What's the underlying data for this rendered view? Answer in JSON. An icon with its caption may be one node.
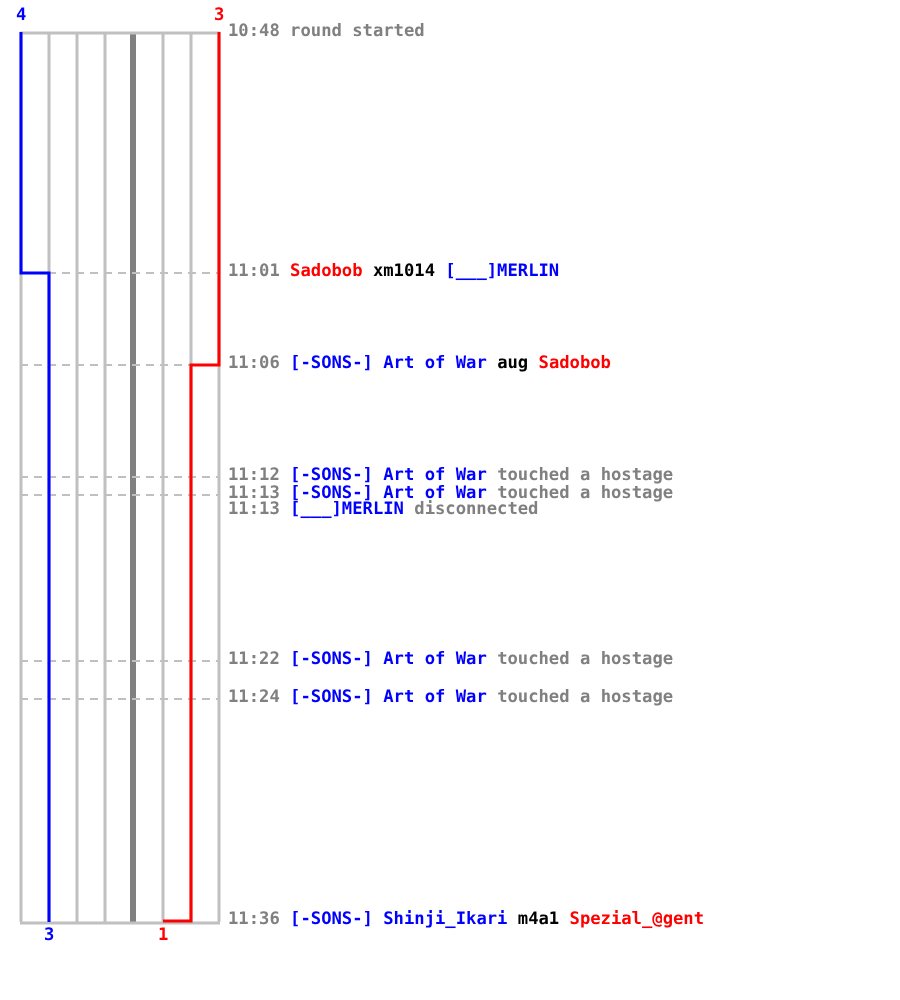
{
  "diagram": {
    "labels": [
      "4",
      "3",
      "10:48 round started",
      "11:01 Sadobob xm1014 [___]MERLIN",
      "11:06 [-SONS-] Art of War aug Sadobob",
      "11:12 [-SONS-] Art of War touched a hostage",
      "11:13 [-SONS-] Art of War touched a hostage",
      "11:13 [___]MERLIN disconnected",
      "11:22 [-SONS-] Art of War touched a hostage",
      "11:24 [-SONS-] Art of War touched a hostage",
      "11:36 [-SONS-] Shinji_Ikari m4a1 Spezial_@gent",
      "3",
      "1"
    ]
  }
}
